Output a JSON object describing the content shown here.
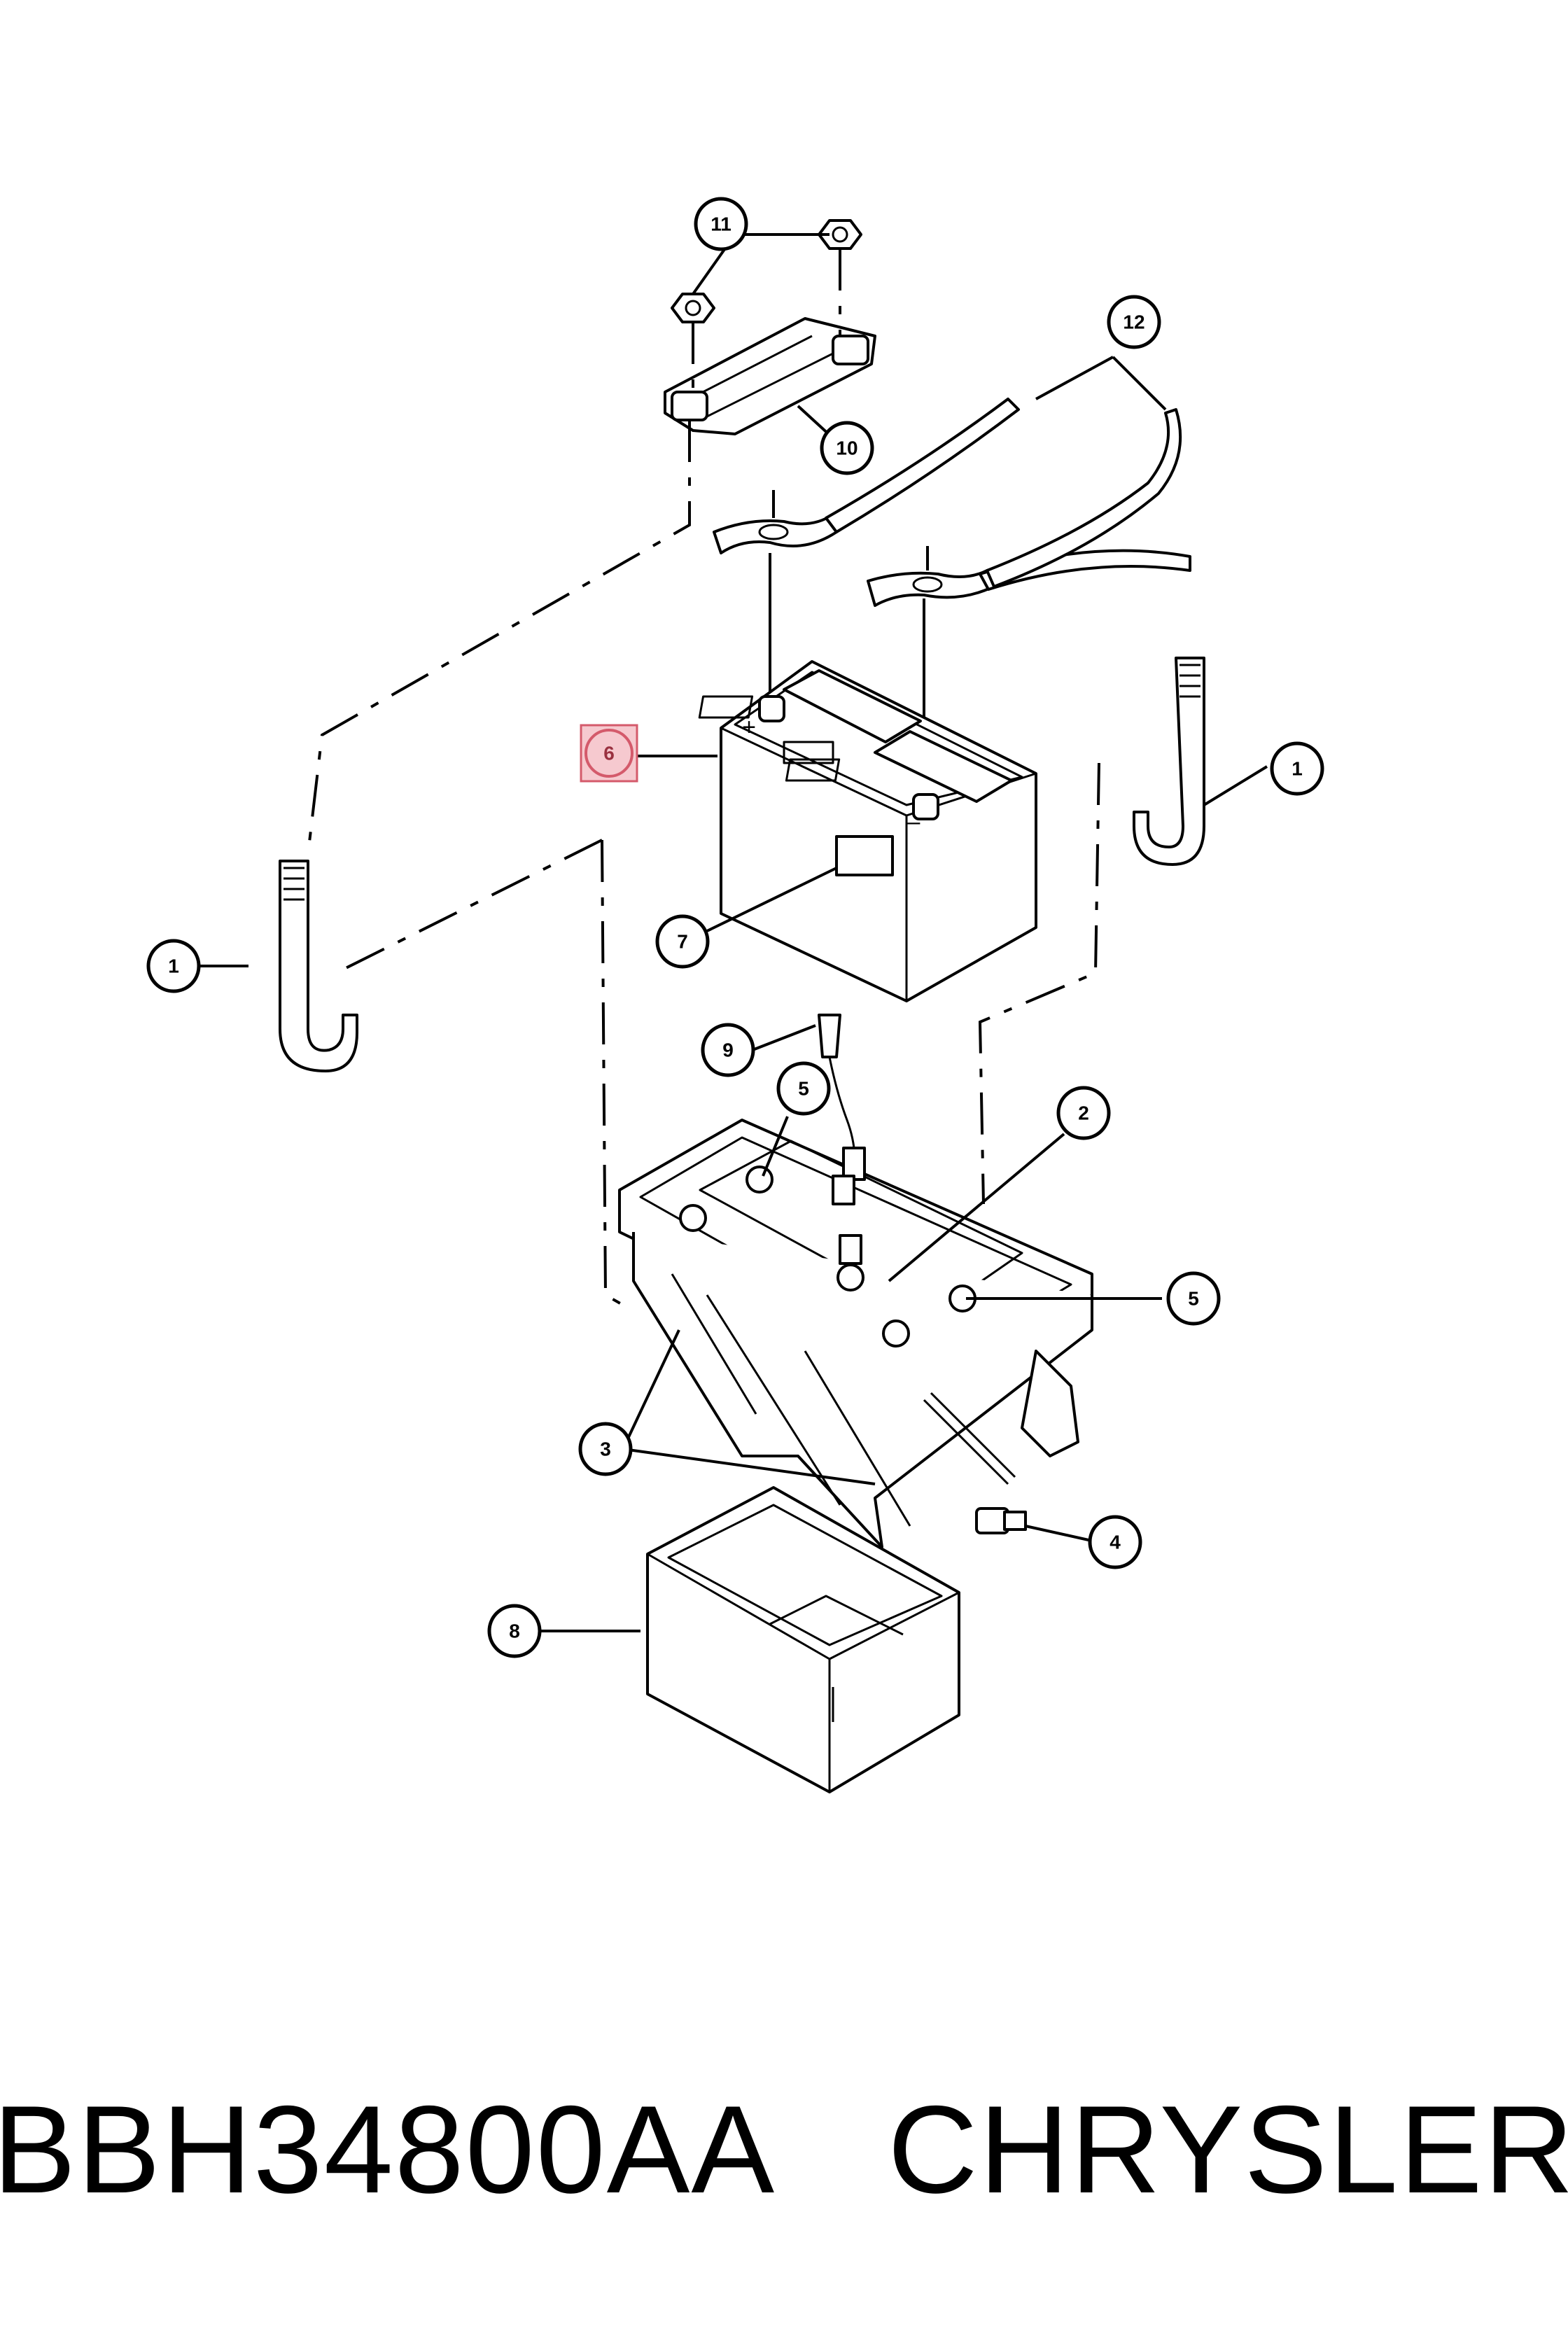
{
  "callouts": {
    "c1_right": "1",
    "c1_left": "1",
    "c2": "2",
    "c3": "3",
    "c4": "4",
    "c5_top": "5",
    "c5_right": "5",
    "c6": "6",
    "c7": "7",
    "c8": "8",
    "c9": "9",
    "c10": "10",
    "c11": "11",
    "c12": "12"
  },
  "battery": {
    "plus_symbol": "+",
    "minus_symbol": "–"
  },
  "footer": {
    "part_number": "BBH34800AA",
    "brand": "CHRYSLER"
  },
  "colors": {
    "highlight_fill": "#f6c9cf",
    "highlight_stroke": "#d45a6b"
  }
}
